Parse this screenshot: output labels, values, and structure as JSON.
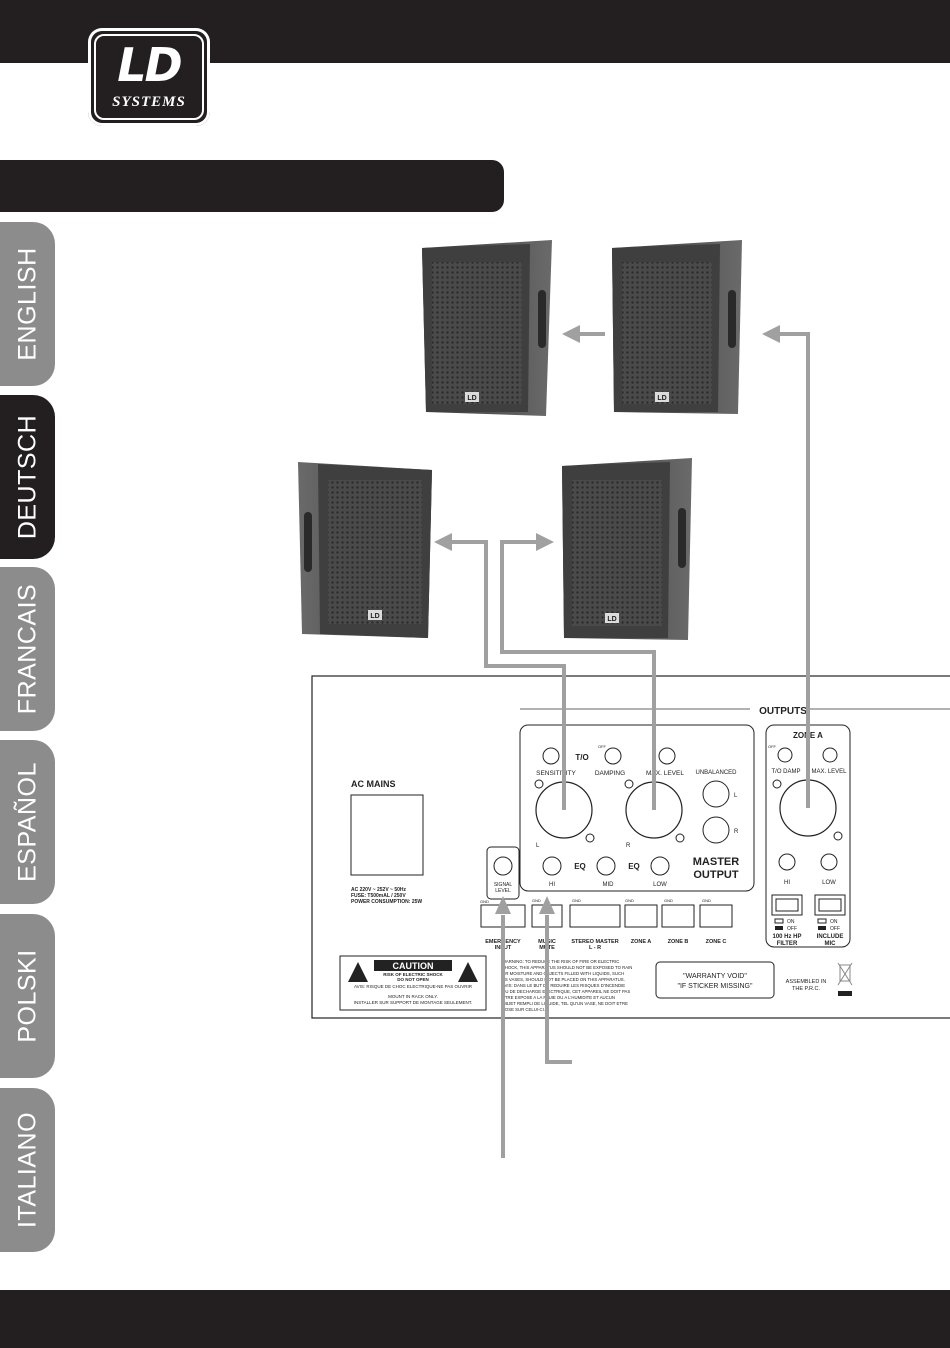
{
  "brand": {
    "logo_main": "LD",
    "logo_sub": "SYSTEMS"
  },
  "tabs": [
    {
      "label": "ENGLISH",
      "active": false
    },
    {
      "label": "DEUTSCH",
      "active": true
    },
    {
      "label": "FRANCAIS",
      "active": false
    },
    {
      "label": "ESPAÑOL",
      "active": false
    },
    {
      "label": "POLSKI",
      "active": false
    },
    {
      "label": "ITALIANO",
      "active": false
    }
  ],
  "panel": {
    "outputs": "OUTPUTS",
    "zone_a": "ZONE A",
    "to_label": "T/O",
    "off": "OFF",
    "sensitivity": "SENSITIVITY",
    "damping": "DAMPING",
    "max_level": "MAX. LEVEL",
    "unbalanced": "UNBALANCED",
    "l": "L",
    "r": "R",
    "eq": "EQ",
    "hi": "HI",
    "mid": "MID",
    "low": "LOW",
    "master_output_1": "MASTER",
    "master_output_2": "OUTPUT",
    "td_damp": "T/O DAMP",
    "ac_mains": "AC MAINS",
    "ac_spec_1": "AC 220V ~ 252V ~ 50Hz",
    "ac_spec_2": "FUSE: T500mAL / 250V",
    "ac_spec_3": "POWER CONSUMPTION: 25W",
    "signal_level": "SIGNAL",
    "signal_level_2": "LEVEL",
    "gnd": "GND",
    "emergency_input_1": "EMERGENCY",
    "emergency_input_2": "INPUT",
    "music_mute_1": "MUSIC",
    "music_mute_2": "MUTE",
    "stereo_master_1": "STEREO MASTER",
    "stereo_master_2": "L - R",
    "zone_a_label": "ZONE A",
    "zone_b_label": "ZONE B",
    "zone_c_label": "ZONE C",
    "on": "ON",
    "hp_filter_1": "100 Hz HP",
    "hp_filter_2": "FILTER",
    "include_mic_1": "INCLUDE",
    "include_mic_2": "MIC",
    "caution": "CAUTION",
    "caution_sub_1": "RISK OF ELECTRIC SHOCK",
    "caution_sub_2": "DO NOT OPEN",
    "avis": "AVIS: RISQUE DE CHOC ELECTRIQUE-NE PAS OUVRIR",
    "mount_1": "MOUNT IN RACK ONLY.",
    "mount_2": "INSTALLER SUR SUPPORT DE MONTAGE SEULEMENT.",
    "warning_lines": [
      "WARNING: TO REDUCE THE RISK OF FIRE OR ELECTRIC",
      "SHOCK, THIS APPARATUS SHOULD NOT BE EXPOSED TO RAIN",
      "OR MOISTURE AND OBJECTS FILLED WITH LIQUIDS, SUCH",
      "AS VASES, SHOULD NOT BE PLACED ON THIS APPARATUS.",
      "AVIS: DANS LE BUT DE REDUIRE LES RISQUES D'INCENDIE",
      "OU DE DECHARGE ELECTRIQUE, CET APPAREIL NE DOIT PAS",
      "ETRE EXPOSE A LA PLUIE OU A L'HUMIDITE ET AUCUN",
      "OBJET REMPLI DE LIQUIDE, TEL QU'UN VASE, NE DOIT ETRE",
      "POSE SUR CELUI-CI."
    ],
    "warranty_1": "\"WARRANTY VOID\"",
    "warranty_2": "\"IF STICKER MISSING\"",
    "assembled_1": "ASSEMBLED IN",
    "assembled_2": "THE P.R.C."
  },
  "speaker_badge": "LD"
}
